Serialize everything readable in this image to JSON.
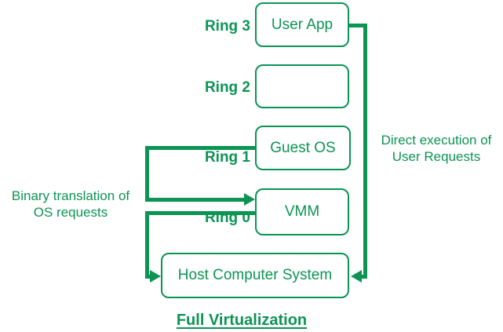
{
  "diagram": {
    "title": "Full Virtualization",
    "accent_color": "#0c9454",
    "background_color": "#ffffff",
    "rings": [
      {
        "label": "Ring 3"
      },
      {
        "label": "Ring 2"
      },
      {
        "label": "Ring 1"
      },
      {
        "label": "Ring 0"
      }
    ],
    "boxes": {
      "user_app": "User App",
      "ring2_empty": "",
      "guest_os": "Guest OS",
      "vmm": "VMM",
      "host": "Host Computer System"
    },
    "annotations": {
      "direct_execution": {
        "line1": "Direct execution of",
        "line2": "User Requests"
      },
      "binary_translation": {
        "line1": "Binary translation of",
        "line2": "OS requests"
      }
    }
  }
}
